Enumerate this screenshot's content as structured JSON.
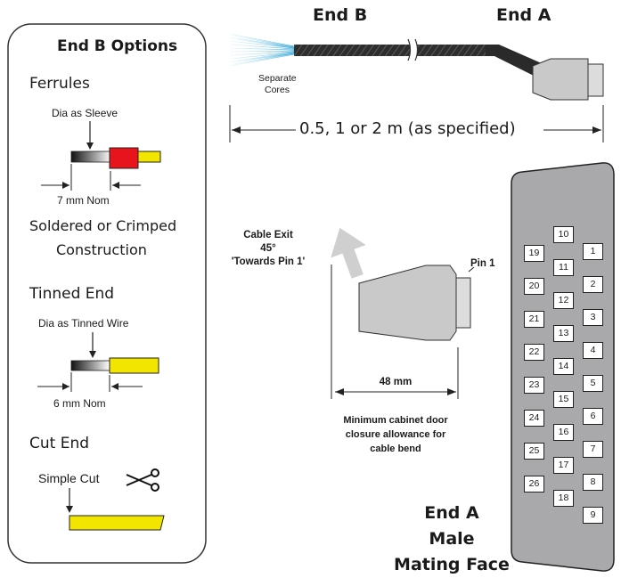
{
  "options_panel": {
    "title": "End B Options",
    "ferrules": {
      "heading": "Ferrules",
      "dia_label": "Dia as Sleeve",
      "dimension": "7 mm Nom",
      "construction_line1": "Soldered or Crimped",
      "construction_line2": "Construction"
    },
    "tinned_end": {
      "heading": "Tinned End",
      "dia_label": "Dia as Tinned Wire",
      "dimension": "6 mm Nom"
    },
    "cut_end": {
      "heading": "Cut End",
      "label": "Simple Cut"
    }
  },
  "cable": {
    "end_b_label": "End B",
    "end_a_label": "End A",
    "cores_line1": "Separate",
    "cores_line2": "Cores",
    "length_label": "0.5, 1 or 2 m (as specified)"
  },
  "side_view": {
    "exit_line1": "Cable Exit",
    "exit_line2": "45°",
    "exit_line3": "'Towards Pin 1'",
    "pin1_label": "Pin 1",
    "width_label": "48 mm",
    "note_line1": "Minimum cabinet door",
    "note_line2": "closure allowance for",
    "note_line3": "cable bend"
  },
  "mating_face": {
    "title_line1": "End A",
    "title_line2": "Male",
    "title_line3": "Mating Face",
    "left_column": [
      "19",
      "20",
      "21",
      "22",
      "23",
      "24",
      "25",
      "26"
    ],
    "middle_column": [
      "10",
      "11",
      "12",
      "13",
      "14",
      "15",
      "16",
      "17",
      "18"
    ],
    "right_column": [
      "1",
      "2",
      "3",
      "4",
      "5",
      "6",
      "7",
      "8",
      "9"
    ]
  },
  "colors": {
    "ferrule_red": "#e8141c",
    "wire_yellow": "#f2e600",
    "cable_black": "#2a2a2a",
    "connector_grey": "#c9c9c9",
    "face_grey": "#a9a9ab",
    "arrow_grey": "#cfcfcf",
    "core_blue": "#6cc6e6"
  }
}
